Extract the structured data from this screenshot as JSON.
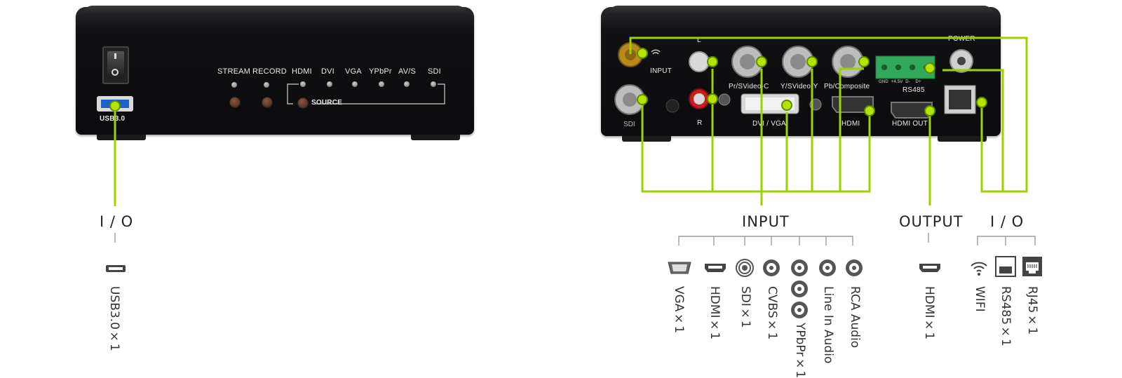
{
  "front": {
    "usb_label": "USB3.0",
    "indicators": [
      "STREAM",
      "RECORD"
    ],
    "source_inputs": [
      "HDMI",
      "DVI",
      "VGA",
      "YPbPr",
      "AV/S",
      "SDI"
    ],
    "source_label": "SOURCE"
  },
  "rear": {
    "power_label": "POWER",
    "input_label": "INPUT",
    "l_label": "L",
    "r_label": "R",
    "bnc_labels": [
      "Pr/SVideo-C",
      "Y/SVideo-Y",
      "Pb/Composite"
    ],
    "rs485_pins": "GND  +4.5V  D-    D+",
    "rs485_label": "RS485",
    "sdi_label": "SDI",
    "dvi_label": "DVI / VGA",
    "hdmi_label": "HDMI",
    "hdmi_out_label": "HDMI OUT"
  },
  "groups": {
    "front_io": {
      "title": "I / O",
      "items": [
        "USB3.0×1"
      ]
    },
    "input": {
      "title": "INPUT",
      "items": [
        "VGA×1",
        "HDMI×1",
        "SDI×1",
        "CVBS×1",
        "YPbPr×1",
        "Line In Audio",
        "RCA Audio"
      ]
    },
    "output": {
      "title": "OUTPUT",
      "items": [
        "HDMI×1"
      ]
    },
    "rear_io": {
      "title": "I / O",
      "items": [
        "WIFI",
        "RS485×1",
        "RJ45×1"
      ]
    }
  },
  "colors": {
    "accent": "#9ed100",
    "device": "#111113",
    "text": "#222222"
  },
  "icons": [
    "usb-icon",
    "vga-icon",
    "hdmi-icon",
    "sdi-icon",
    "cvbs-icon",
    "ypbpr-icon",
    "line-in-audio-icon",
    "rca-audio-icon",
    "wifi-icon",
    "rs485-icon",
    "rj45-icon"
  ]
}
